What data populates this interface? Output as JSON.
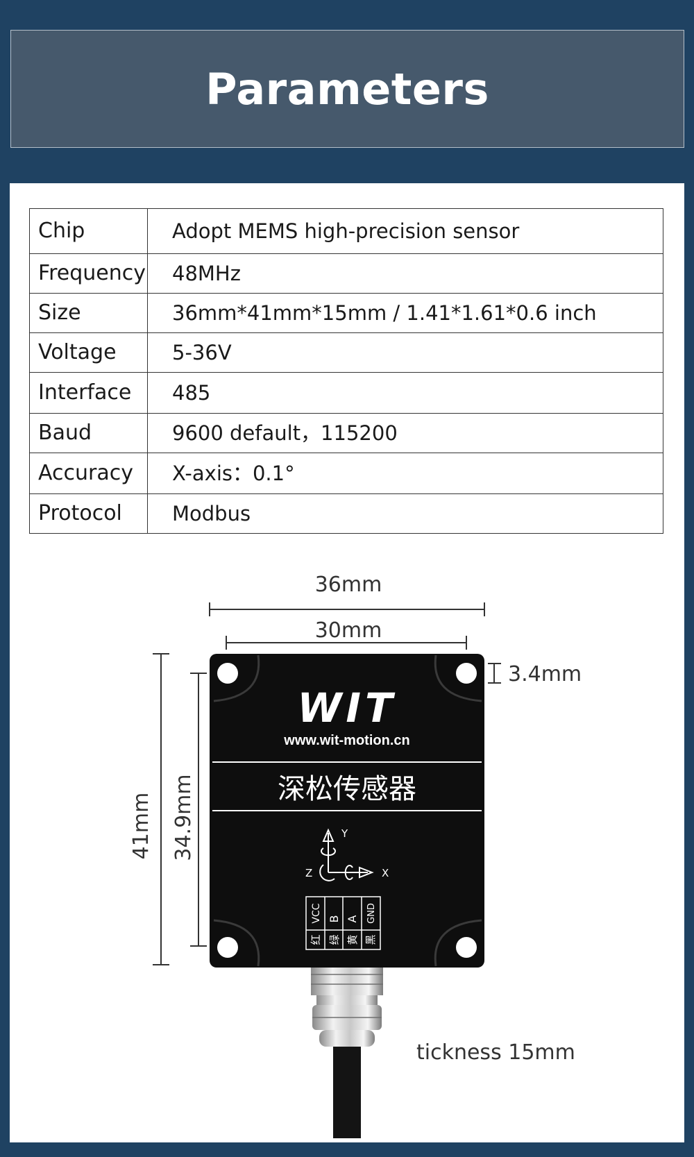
{
  "header": {
    "title": "Parameters"
  },
  "specs": [
    {
      "label": "Chip",
      "value": "Adopt MEMS high-precision sensor"
    },
    {
      "label": "Frequency",
      "value": "48MHz"
    },
    {
      "label": "Size",
      "value": "36mm*41mm*15mm   /  1.41*1.61*0.6 inch"
    },
    {
      "label": "Voltage",
      "value": "5-36V"
    },
    {
      "label": "Interface",
      "value": "485"
    },
    {
      "label": "Baud",
      "value": "9600 default，115200"
    },
    {
      "label": "Accuracy",
      "value": "X-axis：0.1°"
    },
    {
      "label": "Protocol",
      "value": "Modbus"
    }
  ],
  "diagram": {
    "width_outer": "36mm",
    "width_holes": "30mm",
    "hole_offset": "3.4mm",
    "height_outer": "41mm",
    "height_holes": "34.9mm",
    "thickness": "tickness 15mm",
    "device": {
      "logo": "WIT",
      "url": "www.wit-motion.cn",
      "name_cn": "深松传感器",
      "axis_y": "Y",
      "axis_x": "X",
      "axis_z": "Z",
      "pins": [
        "VCC",
        "B",
        "A",
        "GND"
      ],
      "wire_colors": [
        "红",
        "绿",
        "黄",
        "黑"
      ]
    }
  }
}
